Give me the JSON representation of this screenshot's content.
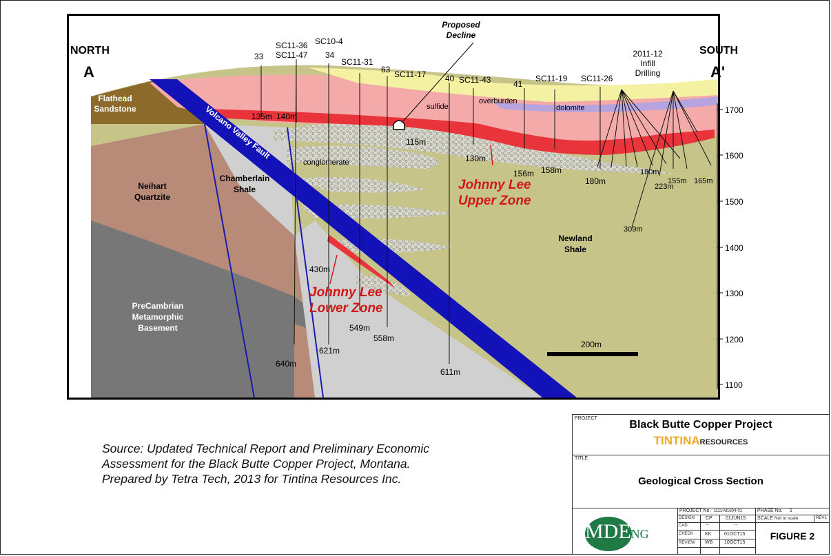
{
  "section": {
    "north_label": "NORTH",
    "north_point": "A",
    "south_label": "SOUTH",
    "south_point": "A'",
    "proposed_decline": [
      "Proposed",
      "Decline"
    ],
    "infill": [
      "2011-12",
      "Infill",
      "Drilling"
    ],
    "holes": [
      {
        "label": "33",
        "depth": "135m"
      },
      {
        "label": "SC11-36",
        "depth": ""
      },
      {
        "label": "SC11-47",
        "depth": "140m"
      },
      {
        "label": "SC10-4",
        "depth": ""
      },
      {
        "label": "34",
        "depth": "621m"
      },
      {
        "label": "SC11-31",
        "depth": ""
      },
      {
        "label": "63",
        "depth": "558m"
      },
      {
        "label": "SC11-17",
        "depth": "115m"
      },
      {
        "label": "40",
        "depth": "611m"
      },
      {
        "label": "SC11-43",
        "depth": "130m"
      },
      {
        "label": "41",
        "depth": "156m"
      },
      {
        "label": "SC11-19",
        "depth": "158m"
      },
      {
        "label": "SC11-26",
        "depth": "180m"
      }
    ],
    "other_depths": [
      "640m",
      "549m",
      "430m",
      "180m",
      "155m",
      "165m",
      "223m",
      "309m"
    ],
    "units": {
      "flathead": [
        "Flathead",
        "Sandstone"
      ],
      "neihart": [
        "Neihart",
        "Quartzite"
      ],
      "chamberlain": [
        "Chamberlain",
        "Shale"
      ],
      "precambrian": [
        "PreCambrian",
        "Metamorphic",
        "Basement"
      ],
      "newland": [
        "Newland",
        "Shale"
      ],
      "conglomerate": "conglomerate",
      "sulfide": "sulfide",
      "overburden": "overburden",
      "dolomite": "dolomite"
    },
    "fault_label": "Volcano Valley Fault",
    "upper_zone": [
      "Johnny Lee",
      "Upper Zone"
    ],
    "lower_zone": [
      "Johnny Lee",
      "Lower Zone"
    ],
    "scale_bar": "200m",
    "elevation_ticks": [
      "1700",
      "1600",
      "1500",
      "1400",
      "1300",
      "1200",
      "1100"
    ],
    "colors": {
      "newland": "#c7c48a",
      "neihart": "#b88a78",
      "basement": "#777777",
      "chamberlain": "#d0d0d0",
      "flathead": "#8b6a2a",
      "fault": "#1212b8",
      "ore": "#e8343a",
      "pink_zone": "#f3aaa8",
      "overburden": "#f5f1a3",
      "dolomite": "#b6a3df"
    }
  },
  "source": [
    "Source: Updated Technical Report and Preliminary Economic",
    "Assessment for the Black Butte Copper Project, Montana.",
    "Prepared by Tetra Tech, 2013 for Tintina Resources Inc."
  ],
  "title_block": {
    "project_label": "PROJECT",
    "project": "Black Butte Copper Project",
    "company_a": "TINTINA",
    "company_b": "RESOURCES",
    "title_label": "TITLE",
    "title": "Geological Cross Section",
    "project_no_label": "PROJECT No.",
    "project_no": "1111-M1604-01",
    "phase_label": "PHASE No.",
    "phase": "1",
    "design_label": "DESIGN",
    "design_by": "CP",
    "design_date": "01JUN15",
    "scale_label": "SCALE",
    "scale": "Not to scale",
    "rev_label": "REV",
    "rev": "1",
    "cad_label": "CAD",
    "cad_by": "--",
    "cad_date": "--",
    "check_label": "CHECK",
    "check_by": "KK",
    "check_date": "01OCT15",
    "review_label": "REVIEW",
    "review_by": "WB",
    "review_date": "10OCT15",
    "logo_main": "MDE",
    "logo_sub": "NG",
    "figure": "FIGURE 2"
  }
}
